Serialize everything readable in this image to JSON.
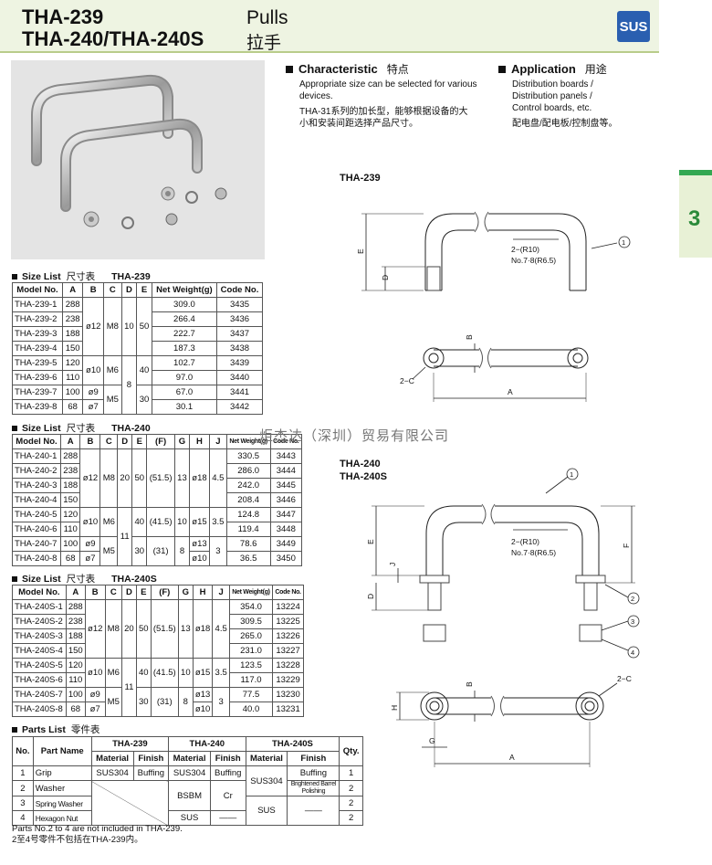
{
  "header": {
    "model_line1": "THA-239",
    "model_line2": "THA-240/THA-240S",
    "category_en": "Pulls",
    "category_zh": "拉手",
    "badge": "SUS"
  },
  "side_tab": "3",
  "characteristic": {
    "title": "Characteristic",
    "title_zh": "特点",
    "line1": "Appropriate size can be selected for various",
    "line2": "devices.",
    "zh1": "THA-31系列的加长型，能够根据设备的大",
    "zh2": "小和安装间距选择产品尺寸。"
  },
  "application": {
    "title": "Application",
    "title_zh": "用途",
    "line1": "Distribution boards /",
    "line2": "Distribution panels /",
    "line3": "Control boards, etc.",
    "zh": "配电盘/配电板/控制盘等。"
  },
  "size239": {
    "title": "Size List",
    "title_zh": "尺寸表",
    "model": "THA-239",
    "headers": [
      "Model No.",
      "A",
      "B",
      "C",
      "D",
      "E",
      "Net Weight(g)",
      "Code No."
    ],
    "rows": [
      [
        "THA-239-1",
        "288",
        "309.0",
        "3435"
      ],
      [
        "THA-239-2",
        "238",
        "266.4",
        "3436"
      ],
      [
        "THA-239-3",
        "188",
        "222.7",
        "3437"
      ],
      [
        "THA-239-4",
        "150",
        "187.3",
        "3438"
      ],
      [
        "THA-239-5",
        "120",
        "102.7",
        "3439"
      ],
      [
        "THA-239-6",
        "110",
        "97.0",
        "3440"
      ],
      [
        "THA-239-7",
        "100",
        "67.0",
        "3441"
      ],
      [
        "THA-239-8",
        "68",
        "30.1",
        "3442"
      ]
    ],
    "m": {
      "b12": "ø12",
      "c8": "M8",
      "d10": "10",
      "e50": "50",
      "b10": "ø10",
      "c6": "M6",
      "d8": "8",
      "e40": "40",
      "b9": "ø9",
      "b7": "ø7",
      "c5": "M5",
      "e30": "30"
    }
  },
  "size240": {
    "title": "Size List",
    "title_zh": "尺寸表",
    "model": "THA-240",
    "headers": [
      "Model No.",
      "A",
      "B",
      "C",
      "D",
      "E",
      "(F)",
      "G",
      "H",
      "J",
      "Net Weight(g)",
      "Code No."
    ],
    "rows": [
      [
        "THA-240-1",
        "288",
        "330.5",
        "3443"
      ],
      [
        "THA-240-2",
        "238",
        "286.0",
        "3444"
      ],
      [
        "THA-240-3",
        "188",
        "242.0",
        "3445"
      ],
      [
        "THA-240-4",
        "150",
        "208.4",
        "3446"
      ],
      [
        "THA-240-5",
        "120",
        "124.8",
        "3447"
      ],
      [
        "THA-240-6",
        "110",
        "119.4",
        "3448"
      ],
      [
        "THA-240-7",
        "100",
        "78.6",
        "3449"
      ],
      [
        "THA-240-8",
        "68",
        "36.5",
        "3450"
      ]
    ],
    "m": {
      "b12": "ø12",
      "c8": "M8",
      "d20": "20",
      "e50": "50",
      "f515": "(51.5)",
      "g13": "13",
      "h18": "ø18",
      "j45": "4.5",
      "b10": "ø10",
      "c6": "M6",
      "d11": "11",
      "e40": "40",
      "f415": "(41.5)",
      "g10": "10",
      "h15": "ø15",
      "j35": "3.5",
      "b9": "ø9",
      "b7": "ø7",
      "c5": "M5",
      "e30": "30",
      "f31": "(31)",
      "g8": "8",
      "h13": "ø13",
      "h10": "ø10",
      "j3": "3"
    }
  },
  "size240s": {
    "title": "Size List",
    "title_zh": "尺寸表",
    "model": "THA-240S",
    "headers": [
      "Model No.",
      "A",
      "B",
      "C",
      "D",
      "E",
      "(F)",
      "G",
      "H",
      "J",
      "Net Weight(g)",
      "Code No."
    ],
    "rows": [
      [
        "THA-240S-1",
        "288",
        "354.0",
        "13224"
      ],
      [
        "THA-240S-2",
        "238",
        "309.5",
        "13225"
      ],
      [
        "THA-240S-3",
        "188",
        "265.0",
        "13226"
      ],
      [
        "THA-240S-4",
        "150",
        "231.0",
        "13227"
      ],
      [
        "THA-240S-5",
        "120",
        "123.5",
        "13228"
      ],
      [
        "THA-240S-6",
        "110",
        "117.0",
        "13229"
      ],
      [
        "THA-240S-7",
        "100",
        "77.5",
        "13230"
      ],
      [
        "THA-240S-8",
        "68",
        "40.0",
        "13231"
      ]
    ]
  },
  "parts": {
    "title": "Parts List",
    "title_zh": "零件表",
    "h": {
      "no": "No.",
      "name": "Part Name",
      "m239": "THA-239",
      "m240": "THA-240",
      "m240s": "THA-240S",
      "qty": "Qty.",
      "mat": "Material",
      "fin": "Finish"
    },
    "rows": [
      {
        "no": "1",
        "name": "Grip",
        "m239": "SUS304",
        "f239": "Buffing",
        "m240": "SUS304",
        "f240": "Buffing",
        "m240s": "SUS304",
        "f240s": "Buffing",
        "qty": "1"
      },
      {
        "no": "2",
        "name": "Washer",
        "m240": "BSBM",
        "f240": "Cr",
        "f240s": "Brightened Barrel Polishing",
        "qty": "2"
      },
      {
        "no": "3",
        "name": "Spring Washer",
        "m240": "SUS",
        "f240": "——",
        "m240s": "SUS",
        "f240s": "——",
        "qty": "2"
      },
      {
        "no": "4",
        "name": "Hexagon Nut",
        "qty": "2"
      }
    ]
  },
  "notes": {
    "en": "Parts No.2 to 4 are not included in THA-239.",
    "zh": "2至4号零件不包括在THA-239内。"
  },
  "watermark": "炬杰达（深圳）贸易有限公司",
  "drawings": {
    "d239_title": "THA-239",
    "d240_title1": "THA-240",
    "d240_title2": "THA-240S",
    "r10": "2−(R10)",
    "no78": "No.7·8(R6.5)",
    "c2": "2−C",
    "lbl": {
      "A": "A",
      "B": "B",
      "D": "D",
      "E": "E",
      "F": "F",
      "G": "G",
      "H": "H",
      "J": "J",
      "one": "1",
      "two": "2",
      "three": "3",
      "four": "4"
    }
  }
}
